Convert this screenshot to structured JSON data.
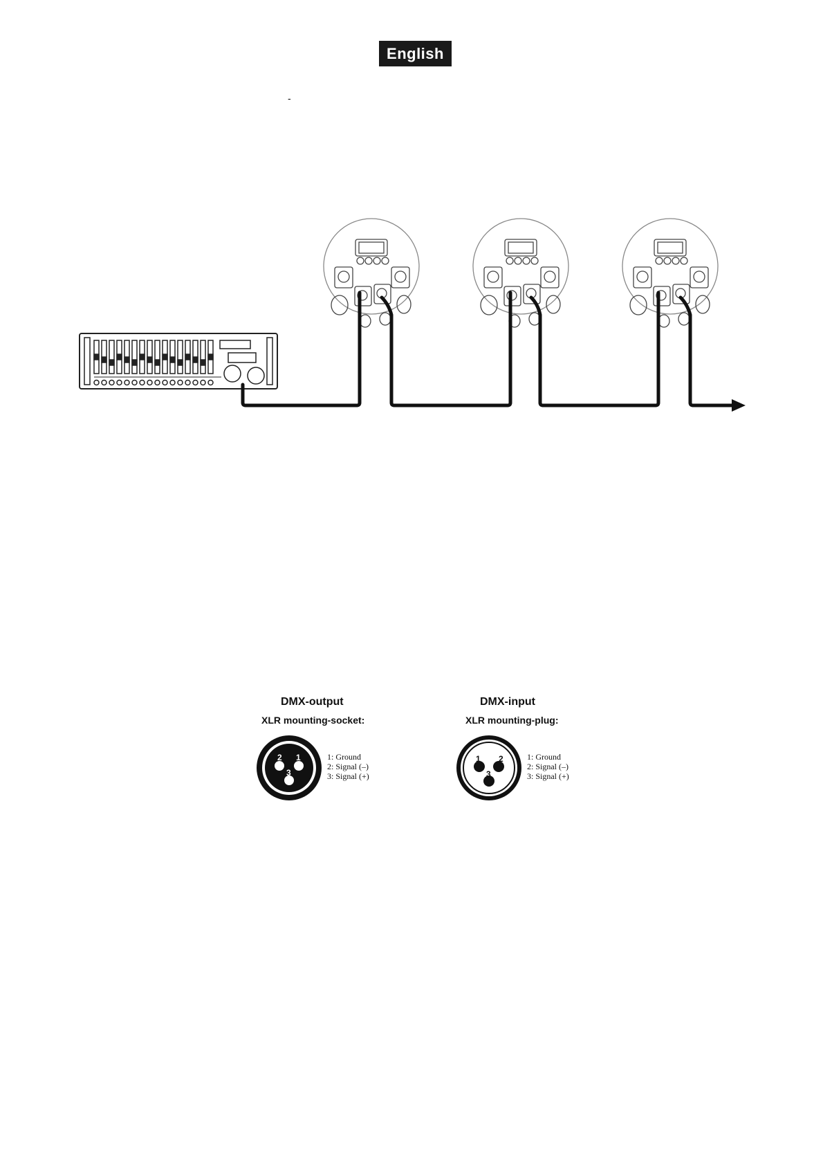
{
  "header": {
    "language": "English"
  },
  "page": {
    "stray_mark": "-"
  },
  "dmx_output": {
    "title": "DMX-output",
    "subtitle": "XLR mounting-socket:",
    "pins": [
      "1: Ground",
      "2: Signal (–)",
      "3: Signal (+)"
    ],
    "pin_numbers": [
      "2",
      "1",
      "3"
    ]
  },
  "dmx_input": {
    "title": "DMX-input",
    "subtitle": "XLR mounting-plug:",
    "pins": [
      "1: Ground",
      "2: Signal (–)",
      "3: Signal (+)"
    ],
    "pin_numbers": [
      "1",
      "2",
      "3"
    ]
  }
}
